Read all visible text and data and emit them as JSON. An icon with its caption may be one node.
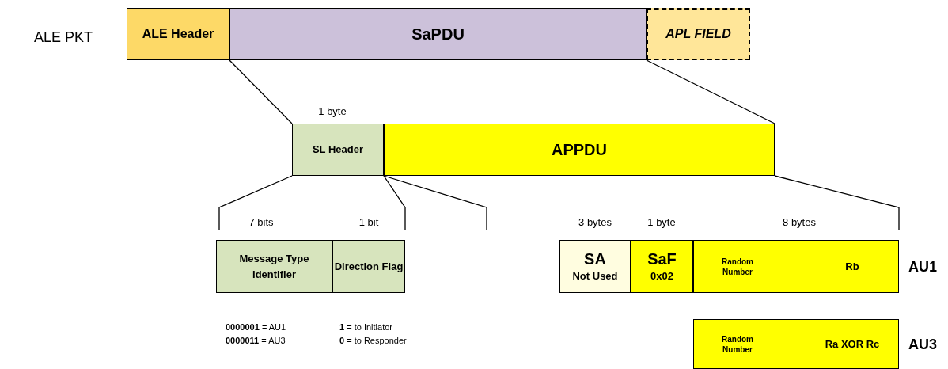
{
  "diagram": {
    "nodes": [
      {
        "text": [
          "ALE Header"
        ]
      },
      {
        "text": [
          "SaPDU"
        ]
      },
      {
        "text": [
          "APL FIELD"
        ]
      },
      {
        "text": [
          "SL Header"
        ]
      },
      {
        "text": [
          "APPDU"
        ]
      },
      {
        "text": [
          "Message Type Identifier"
        ]
      },
      {
        "text": [
          "Direction Flag"
        ]
      },
      {
        "text": [
          "SA",
          "Not Used"
        ]
      },
      {
        "text": [
          "SaF",
          "0x02"
        ]
      },
      {
        "text": [
          "Random Number",
          "Rb"
        ],
        "beside": [
          "AU1"
        ]
      },
      {
        "text": [
          "Random Number",
          "Ra XOR Rc"
        ],
        "beside": [
          "AU3"
        ]
      }
    ],
    "edges": [
      {
        "from": 1,
        "to": 3,
        "arrow": "none"
      },
      {
        "from": 1,
        "to": 4,
        "arrow": "none"
      }
    ],
    "labels": [
      "ALE PKT",
      "1 byte",
      "7 bits",
      "1 bit",
      "3 bytes",
      "1 byte",
      "8 bytes",
      "**0000001** = AU1",
      "**1** = to Initiator",
      "**0000011** = AU3",
      "**0** = to Responder"
    ]
  }
}
